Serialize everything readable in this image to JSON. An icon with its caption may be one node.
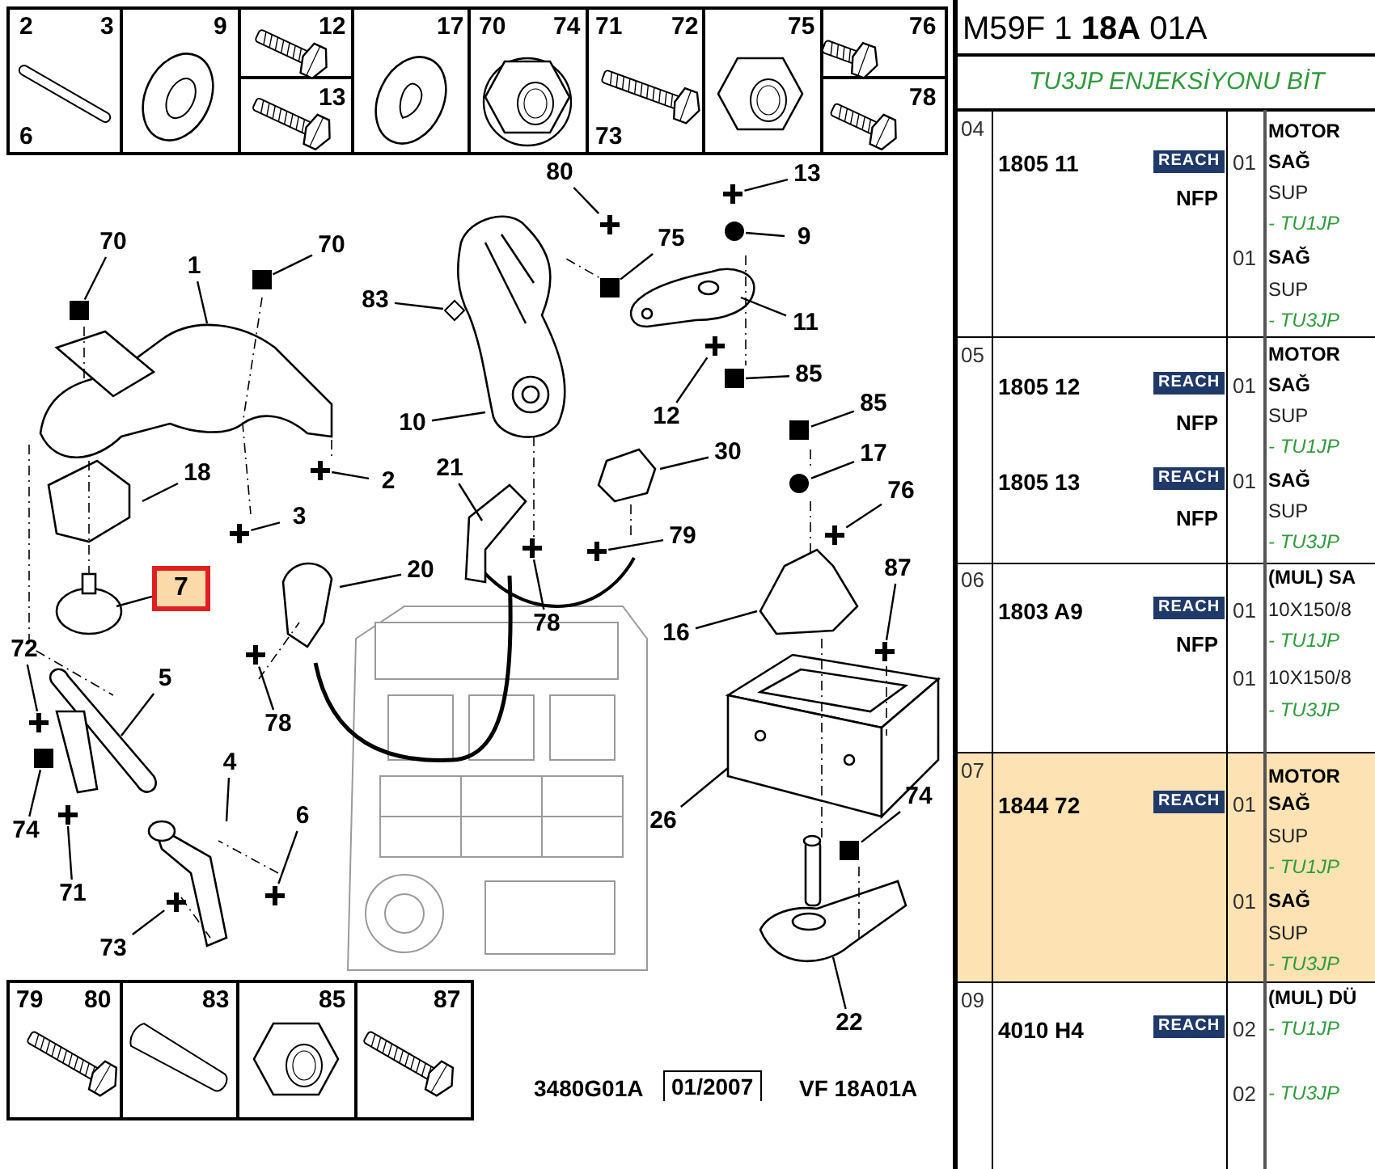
{
  "diagram": {
    "nodes": [
      {
        "text": [
          "80"
        ]
      },
      {
        "text": [
          "13"
        ]
      },
      {
        "text": [
          "70"
        ]
      },
      {
        "text": [
          "70"
        ]
      },
      {
        "text": [
          "75"
        ]
      },
      {
        "text": [
          "9"
        ]
      },
      {
        "text": [
          "1"
        ]
      },
      {
        "text": [
          "83"
        ]
      },
      {
        "text": [
          "11"
        ]
      },
      {
        "text": [
          "85"
        ]
      },
      {
        "text": [
          "85"
        ]
      },
      {
        "text": [
          "12"
        ]
      },
      {
        "text": [
          "10"
        ]
      },
      {
        "text": [
          "17"
        ]
      },
      {
        "text": [
          "30"
        ]
      },
      {
        "text": [
          "21"
        ]
      },
      {
        "text": [
          "18"
        ]
      },
      {
        "text": [
          "2"
        ]
      },
      {
        "text": [
          "76"
        ]
      },
      {
        "text": [
          "3"
        ]
      },
      {
        "text": [
          "79"
        ]
      },
      {
        "text": [
          "87"
        ]
      },
      {
        "text": [
          "20"
        ]
      },
      {
        "text": [
          "7"
        ]
      },
      {
        "text": [
          "78"
        ]
      },
      {
        "text": [
          "16"
        ]
      },
      {
        "text": [
          "72"
        ]
      },
      {
        "text": [
          "5"
        ]
      },
      {
        "text": [
          "78"
        ]
      },
      {
        "text": [
          "4"
        ]
      },
      {
        "text": [
          "74"
        ]
      },
      {
        "text": [
          "6"
        ]
      },
      {
        "text": [
          "26"
        ]
      },
      {
        "text": [
          "74"
        ]
      },
      {
        "text": [
          "71"
        ]
      },
      {
        "text": [
          "73"
        ]
      },
      {
        "text": [
          "22"
        ]
      },
      {
        "text": [],
        "shape": "cross"
      },
      {
        "text": [],
        "shape": "cross"
      },
      {
        "text": [],
        "shape": "box"
      },
      {
        "text": [],
        "shape": "box"
      },
      {
        "text": [],
        "shape": "box"
      },
      {
        "text": [],
        "shape": "circle"
      },
      {
        "text": [],
        "shape": "diamond"
      },
      {
        "text": [],
        "shape": "box"
      },
      {
        "text": [],
        "shape": "box"
      },
      {
        "text": [],
        "shape": "cross"
      },
      {
        "text": [],
        "shape": "circle"
      },
      {
        "text": [],
        "shape": "cross"
      },
      {
        "text": [],
        "shape": "cross"
      },
      {
        "text": [],
        "shape": "cross"
      },
      {
        "text": [],
        "shape": "cross"
      },
      {
        "text": [],
        "shape": "cross"
      },
      {
        "text": [],
        "shape": "cross"
      },
      {
        "text": [],
        "shape": "cross"
      },
      {
        "text": [],
        "shape": "cross"
      },
      {
        "text": [],
        "shape": "box"
      },
      {
        "text": [],
        "shape": "cross"
      },
      {
        "text": [],
        "shape": "box"
      },
      {
        "text": [],
        "shape": "cross"
      },
      {
        "text": [],
        "shape": "cross"
      }
    ],
    "edges": [
      {
        "from": 0,
        "to": 37,
        "arrow": "none"
      },
      {
        "from": 1,
        "to": 38,
        "arrow": "none"
      },
      {
        "from": 2,
        "to": 39,
        "arrow": "none"
      },
      {
        "from": 3,
        "to": 40,
        "arrow": "none"
      },
      {
        "from": 4,
        "to": 41,
        "arrow": "none"
      },
      {
        "from": 5,
        "to": 42,
        "arrow": "none"
      },
      {
        "from": 6,
        "to": null,
        "arrow": "none"
      },
      {
        "from": 7,
        "to": 43,
        "arrow": "none"
      },
      {
        "from": 8,
        "to": null,
        "arrow": "none"
      },
      {
        "from": 9,
        "to": 44,
        "arrow": "none"
      },
      {
        "from": 10,
        "to": 45,
        "arrow": "none"
      },
      {
        "from": 11,
        "to": 46,
        "arrow": "none"
      },
      {
        "from": 12,
        "to": null,
        "arrow": "none"
      },
      {
        "from": 13,
        "to": 47,
        "arrow": "none"
      },
      {
        "from": 14,
        "to": null,
        "arrow": "none"
      },
      {
        "from": 15,
        "to": null,
        "arrow": "none"
      },
      {
        "from": 16,
        "to": null,
        "arrow": "none"
      },
      {
        "from": 17,
        "to": 48,
        "arrow": "none"
      },
      {
        "from": 18,
        "to": 49,
        "arrow": "none"
      },
      {
        "from": 19,
        "to": 50,
        "arrow": "none"
      },
      {
        "from": 20,
        "to": 51,
        "arrow": "none"
      },
      {
        "from": 21,
        "to": 52,
        "arrow": "none"
      },
      {
        "from": 22,
        "to": null,
        "arrow": "none"
      },
      {
        "from": 23,
        "to": null,
        "arrow": "none"
      },
      {
        "from": 24,
        "to": 53,
        "arrow": "none"
      },
      {
        "from": 25,
        "to": null,
        "arrow": "none"
      },
      {
        "from": 26,
        "to": 54,
        "arrow": "none"
      },
      {
        "from": 27,
        "to": null,
        "arrow": "none"
      },
      {
        "from": 28,
        "to": 55,
        "arrow": "none"
      },
      {
        "from": 29,
        "to": null,
        "arrow": "none"
      },
      {
        "from": 30,
        "to": 56,
        "arrow": "none"
      },
      {
        "from": 31,
        "to": 57,
        "arrow": "none"
      },
      {
        "from": 32,
        "to": null,
        "arrow": "none"
      },
      {
        "from": 33,
        "to": 58,
        "arrow": "none"
      },
      {
        "from": 34,
        "to": 59,
        "arrow": "none"
      },
      {
        "from": 35,
        "to": 60,
        "arrow": "none"
      },
      {
        "from": 36,
        "to": null,
        "arrow": "none"
      }
    ],
    "labels": [
      "2",
      "3",
      "6",
      "9",
      "12",
      "13",
      "17",
      "70",
      "74",
      "71",
      "72",
      "73",
      "75",
      "76",
      "78",
      "79",
      "80",
      "83",
      "85",
      "87",
      "3480G01A",
      "01/2007",
      "VF 18A01A",
      "M59F 1 **18A** 01A",
      "TU3JP ENJEKSİYONU BİT",
      "04",
      "MOTOR",
      "1805 11",
      "REACH",
      "01",
      "SAĞ",
      "NFP",
      "SUP",
      "- TU1JP",
      "01",
      "SAĞ",
      "SUP",
      "- TU3JP",
      "05",
      "MOTOR",
      "1805 12",
      "REACH",
      "01",
      "SAĞ",
      "NFP",
      "SUP",
      "- TU1JP",
      "1805 13",
      "REACH",
      "01",
      "SAĞ",
      "NFP",
      "SUP",
      "- TU3JP",
      "06",
      "(MUL) SA",
      "1803 A9",
      "REACH",
      "01",
      "10X150/8",
      "NFP",
      "- TU1JP",
      "01",
      "10X150/8",
      "- TU3JP",
      "07",
      "MOTOR",
      "1844 72",
      "REACH",
      "01",
      "SAĞ",
      "SUP",
      "- TU1JP",
      "01",
      "SAĞ",
      "SUP",
      "- TU3JP",
      "09",
      "(MUL) DÜ",
      "4010 H4",
      "REACH",
      "02",
      "- TU1JP",
      "02",
      "- TU3JP"
    ]
  }
}
